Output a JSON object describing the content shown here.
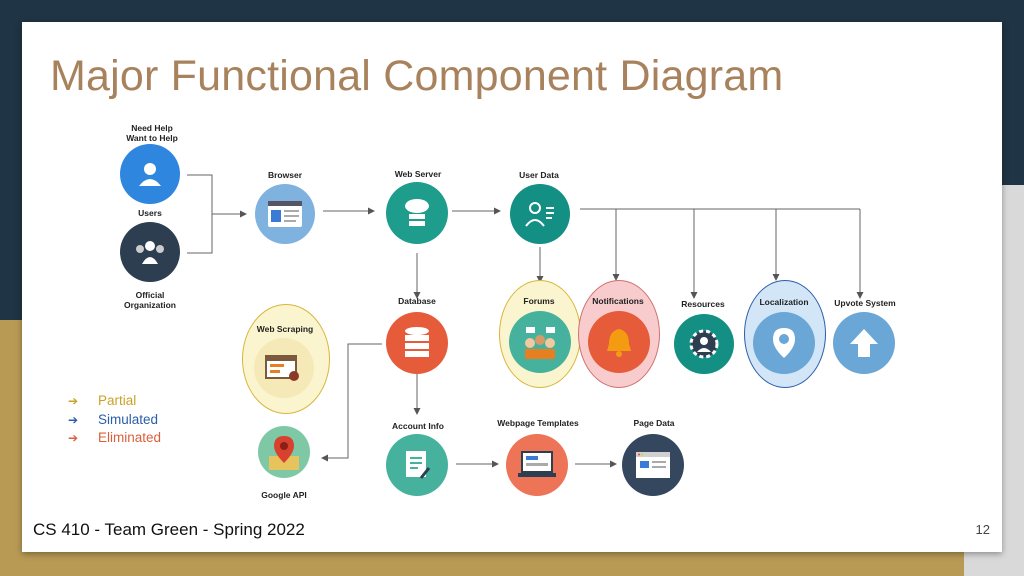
{
  "title": "Major Functional Component Diagram",
  "footer": "CS 410 - Team Green - Spring 2022",
  "page_number": "12",
  "nodes": {
    "users_top": "Need Help\nWant to Help",
    "users": "Users",
    "official": "Official\nOrganization",
    "browser": "Browser",
    "web_server": "Web Server",
    "user_data": "User Data",
    "database": "Database",
    "forums": "Forums",
    "notifications": "Notifications",
    "resources": "Resources",
    "localization": "Localization",
    "upvote": "Upvote System",
    "web_scraping": "Web Scraping",
    "google_api": "Google API",
    "account_info": "Account Info",
    "webpage_templates": "Webpage Templates",
    "page_data": "Page Data"
  },
  "legend": [
    {
      "label": "Partial",
      "color": "#c9a227"
    },
    {
      "label": "Simulated",
      "color": "#2a5ea8"
    },
    {
      "label": "Eliminated",
      "color": "#d9603b"
    }
  ],
  "colors": {
    "title": "#a8825c",
    "partial_halo": "#f8f0c0",
    "eliminated_halo": "#f7c9c9",
    "simulated_halo": "#cfe3f7"
  }
}
